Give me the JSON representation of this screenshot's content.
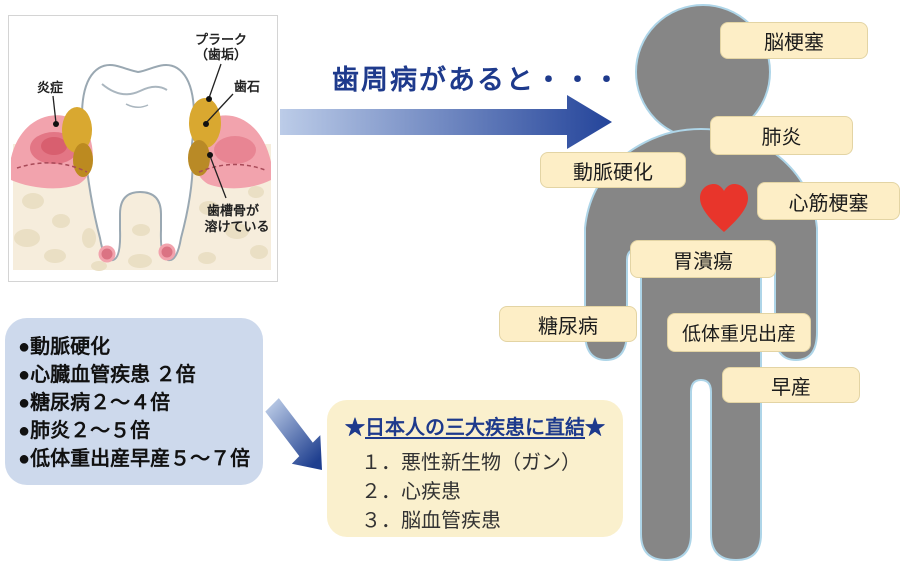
{
  "headline": "歯周病があると・・・",
  "tooth_panel": {
    "label_plaque_1": "プラーク",
    "label_plaque_2": "（歯垢）",
    "label_calculus": "歯石",
    "label_inflammation": "炎症",
    "label_bone_1": "歯槽骨が",
    "label_bone_2": "溶けている"
  },
  "disease_tags": [
    {
      "id": "cerebral-infarction",
      "label": "脳梗塞"
    },
    {
      "id": "pneumonia",
      "label": "肺炎"
    },
    {
      "id": "arteriosclerosis",
      "label": "動脈硬化"
    },
    {
      "id": "myocardial-infarction",
      "label": "心筋梗塞"
    },
    {
      "id": "gastric-ulcer",
      "label": "胃潰瘍"
    },
    {
      "id": "diabetes",
      "label": "糖尿病"
    },
    {
      "id": "low-birth-weight",
      "label": "低体重児出産"
    },
    {
      "id": "premature-birth",
      "label": "早産"
    }
  ],
  "risk_box": {
    "items": [
      "●動脈硬化",
      "●心臓血管疾患 ２倍",
      "●糖尿病２～４倍",
      "●肺炎２～５倍",
      "●低体重出産早産５～７倍"
    ]
  },
  "conclusion_box": {
    "star_left": "★",
    "title": "日本人の三大疾患に直結",
    "star_right": "★",
    "items": [
      "１．悪性新生物（ガン）",
      "２．心疾患",
      "３．脳血管疾患"
    ]
  },
  "colors": {
    "navy_text": "#1e3a8c",
    "arrow_light": "#bccce8",
    "arrow_dark": "#24449a",
    "tag_fill": "#fdeec6",
    "tag_border": "#e3d4a4",
    "risk_box_fill": "#cdd9ec",
    "conclusion_fill": "#faf0cd",
    "silhouette_gray": "#868686",
    "silhouette_outline": "#aed5e8",
    "heart_red": "#e8352b",
    "gum_pink": "#f2a3ad",
    "gum_blush": "#e06e7e",
    "bone_cream": "#f6eddc",
    "plaque_yellow": "#d9a830"
  }
}
